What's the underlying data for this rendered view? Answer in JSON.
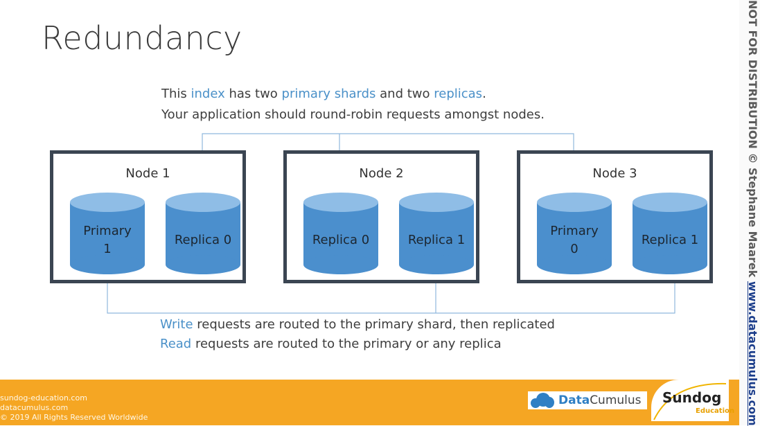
{
  "slide": {
    "title": "Redundancy",
    "intro_line1": {
      "p1": "This ",
      "index": "index",
      "p2": " has two ",
      "primary_shards": "primary shards",
      "p3": " and two ",
      "replicas": "replicas",
      "p4": "."
    },
    "intro_line2": "Your application should round-robin requests amongst nodes.",
    "nodes": [
      {
        "label": "Node 1",
        "shards": [
          {
            "line1": "Primary",
            "line2": "1"
          },
          {
            "line1": "Replica 0",
            "line2": ""
          }
        ]
      },
      {
        "label": "Node 2",
        "shards": [
          {
            "line1": "Replica 0",
            "line2": ""
          },
          {
            "line1": "Replica 1",
            "line2": ""
          }
        ]
      },
      {
        "label": "Node 3",
        "shards": [
          {
            "line1": "Primary",
            "line2": "0"
          },
          {
            "line1": "Replica 1",
            "line2": ""
          }
        ]
      }
    ],
    "outro_line1": {
      "write": "Write",
      "rest": " requests are routed to the primary shard, then replicated"
    },
    "outro_line2": {
      "read": "Read",
      "rest": " requests are routed to the primary or any replica"
    }
  },
  "footer": {
    "line1": "sundog-education.com",
    "line2": "datacumulus.com",
    "line3": "© 2019 All Rights Reserved Worldwide"
  },
  "sidebar": {
    "notice": "NOT FOR DISTRIBUTION © Stephane Maarek ",
    "url": "www.datacumulus.com"
  },
  "logos": {
    "datacumulus_bold": "Data",
    "datacumulus_plain": "Cumulus",
    "sundog_name": "Sundog",
    "sundog_sub": "Education"
  },
  "colors": {
    "accent": "#4a90c8",
    "node_border": "#3b4552",
    "shard": "#4b8fcd",
    "footer": "#f5a623"
  }
}
